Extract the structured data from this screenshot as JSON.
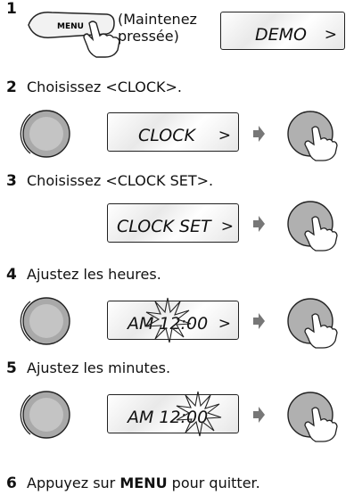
{
  "steps": [
    {
      "number": "1",
      "menu_label": "MENU",
      "note": "(Maintenez\npressée)",
      "display": "DEMO",
      "glyph": ">"
    },
    {
      "number": "2",
      "text": "Choisissez <CLOCK>.",
      "display": "CLOCK",
      "glyph": ">"
    },
    {
      "number": "3",
      "text": "Choisissez <CLOCK SET>.",
      "display": "CLOCK SET",
      "glyph": ">"
    },
    {
      "number": "4",
      "text": "Ajustez les heures.",
      "display": "AM 12:00",
      "glyph": ">"
    },
    {
      "number": "5",
      "text": "Ajustez les minutes.",
      "display": "AM 12:00"
    },
    {
      "number": "6",
      "text_before": "Appuyez sur ",
      "bold": "MENU",
      "text_after": " pour quitter."
    }
  ]
}
